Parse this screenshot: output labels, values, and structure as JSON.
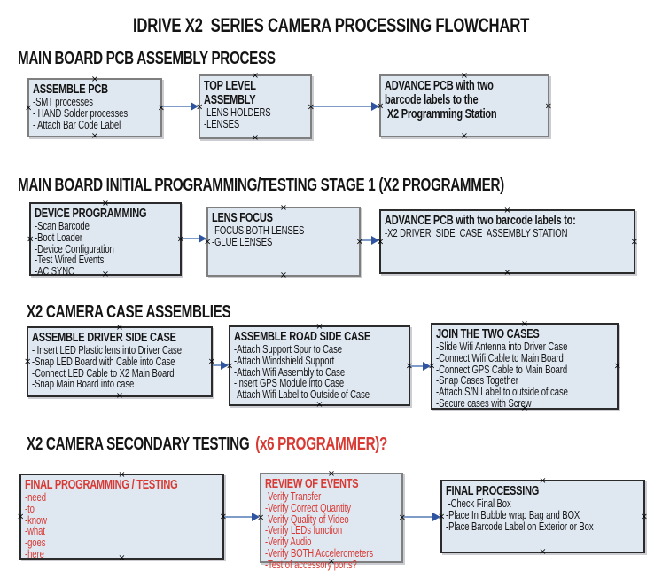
{
  "palette": {
    "box_fill": "#dfe7f1",
    "border_gray": "#7f7f7f",
    "border_dark": "#2b2b2b",
    "arrow_line": "#7f9cc9",
    "arrow_head": "#2f55a0",
    "accent_red": "#d83933",
    "text_black": "#141414"
  },
  "icons": {
    "connection_point": "×"
  },
  "title": "IDRIVE X2  SERIES CAMERA PROCESSING FLOWCHART",
  "sections": [
    {
      "header": "MAIN BOARD PCB ASSEMBLY PROCESS",
      "boxes": [
        {
          "title": "ASSEMBLE PCB",
          "items": [
            "-SMT processes",
            "- HAND Solder processes",
            "- Attach Bar Code Label"
          ]
        },
        {
          "title": "TOP LEVEL ASSEMBLY",
          "items": [
            "-LENS HOLDERS",
            "-LENSES"
          ]
        },
        {
          "title": "ADVANCE PCB with two\nbarcode labels to the\n X2 Programming Station",
          "items": []
        }
      ]
    },
    {
      "header": "MAIN BOARD INITIAL PROGRAMMING/TESTING STAGE 1 (X2 PROGRAMMER)",
      "boxes": [
        {
          "title": "DEVICE PROGRAMMING",
          "items": [
            "-Scan Barcode",
            "-Boot Loader",
            "-Device Configuration",
            "-Test Wired Events",
            "-AC SYNC"
          ]
        },
        {
          "title": "LENS FOCUS",
          "items": [
            "-FOCUS BOTH LENSES",
            "-GLUE LENSES"
          ]
        },
        {
          "title": "ADVANCE PCB with two barcode labels to:",
          "items": [
            "-X2 DRIVER  SIDE  CASE  ASSEMBLY STATION"
          ]
        }
      ]
    },
    {
      "header": "X2 CAMERA CASE ASSEMBLIES",
      "boxes": [
        {
          "title": "ASSEMBLE DRIVER SIDE CASE",
          "items": [
            "- Insert LED Plastic lens into Driver Case",
            "-Snap LED Board with Cable into Case",
            "-Connect LED Cable to X2 Main Board",
            "-Snap Main Board into case"
          ]
        },
        {
          "title": "ASSEMBLE ROAD SIDE CASE",
          "items": [
            "-Attach Support Spur to Case",
            "-Attach Windshield Support",
            "-Attach Wifi Assembly to Case",
            "-Insert GPS Module into Case",
            "-Attach Wifi Label to Outside of Case"
          ]
        },
        {
          "title": "JOIN THE TWO CASES",
          "items": [
            "-Slide Wifi Antenna into Driver Case",
            "-Connect Wifi Cable to Main Board",
            "-Connect GPS Cable to Main Board",
            "-Snap Cases Together",
            "-Attach S/N Label to outside of case",
            "-Secure cases with Screw"
          ]
        }
      ]
    },
    {
      "header": "X2 CAMERA SECONDARY TESTING",
      "header_suffix": "(x6 PROGRAMMER)?",
      "boxes": [
        {
          "title": "FINAL PROGRAMMING / TESTING",
          "items": [
            "-need",
            "-to",
            "-know",
            "-what",
            "-goes",
            "-here"
          ]
        },
        {
          "title": "REVIEW OF EVENTS",
          "items": [
            "-Verify Transfer",
            "-Verify Correct Quantity",
            "-Verify Quality of Video",
            "-Verify LEDs function",
            "-Verify Audio",
            "-Verify BOTH Accelerometers",
            "-Test of accessory ports?"
          ]
        },
        {
          "title": "FINAL PROCESSING",
          "items": [
            " -Check Final Box",
            "-Place In Bubble wrap Bag and BOX",
            "-Place Barcode Label on Exterior or Box"
          ]
        }
      ]
    }
  ]
}
